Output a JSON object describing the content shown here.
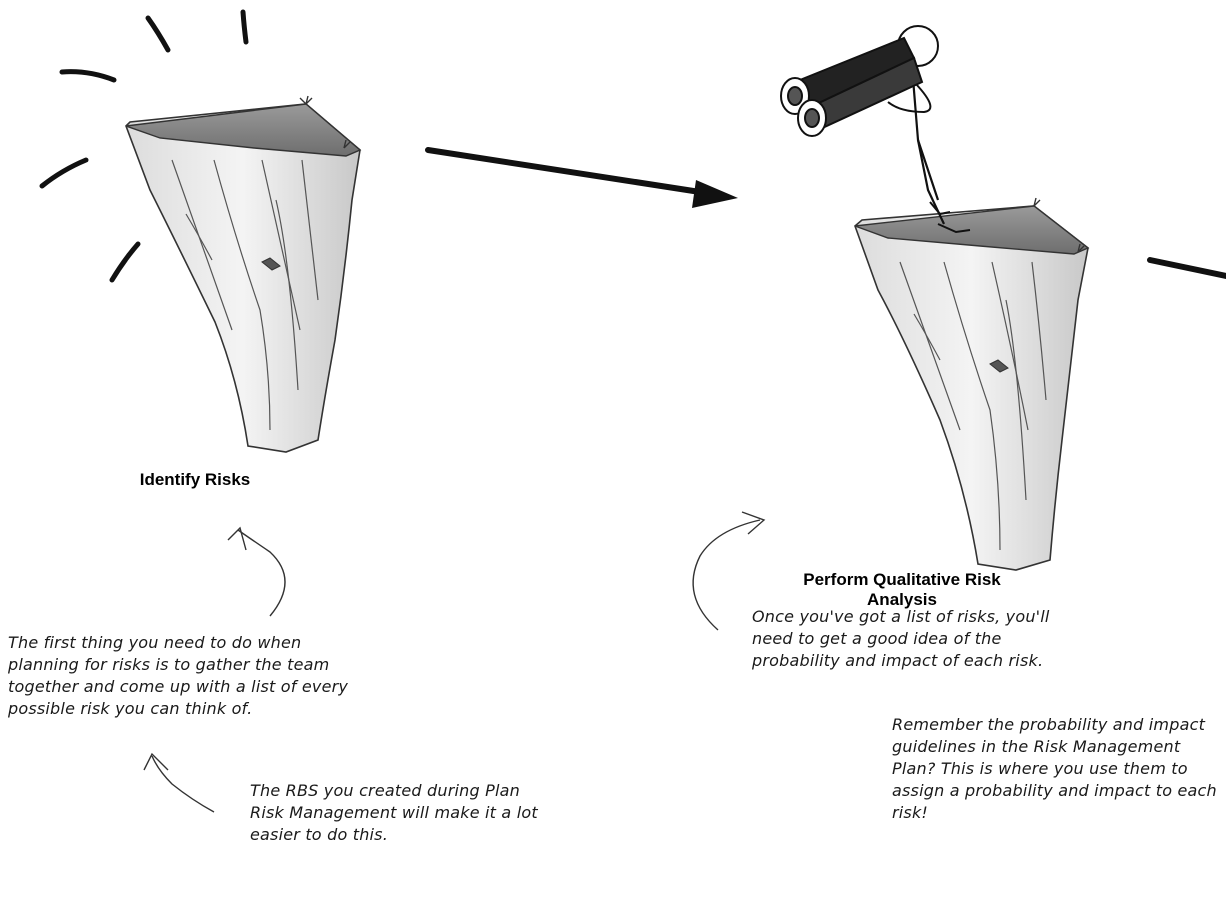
{
  "steps": [
    {
      "label": "Identify Risks"
    },
    {
      "label": "Perform Qualitative Risk Analysis"
    }
  ],
  "notes": {
    "identify_main": "The first thing you need to do when planning for risks is to gather the team together and come up with a list of every possible risk you can think of.",
    "identify_rbs": "The RBS you created during Plan Risk Management will make it a lot easier to do this.",
    "qualitative_main": "Once you've got a list of risks, you'll need to get a good idea of the probability and impact of each risk.",
    "qualitative_plan": "Remember the probability and impact guidelines in the Risk Management Plan? This is where you use them to assign a probability and impact to each risk!"
  },
  "icons": [
    "cliff-1-illustration",
    "cliff-2-illustration",
    "binoculars-person-illustration",
    "burst-lines-icon",
    "flow-arrow-icon",
    "curved-arrow-icon"
  ]
}
